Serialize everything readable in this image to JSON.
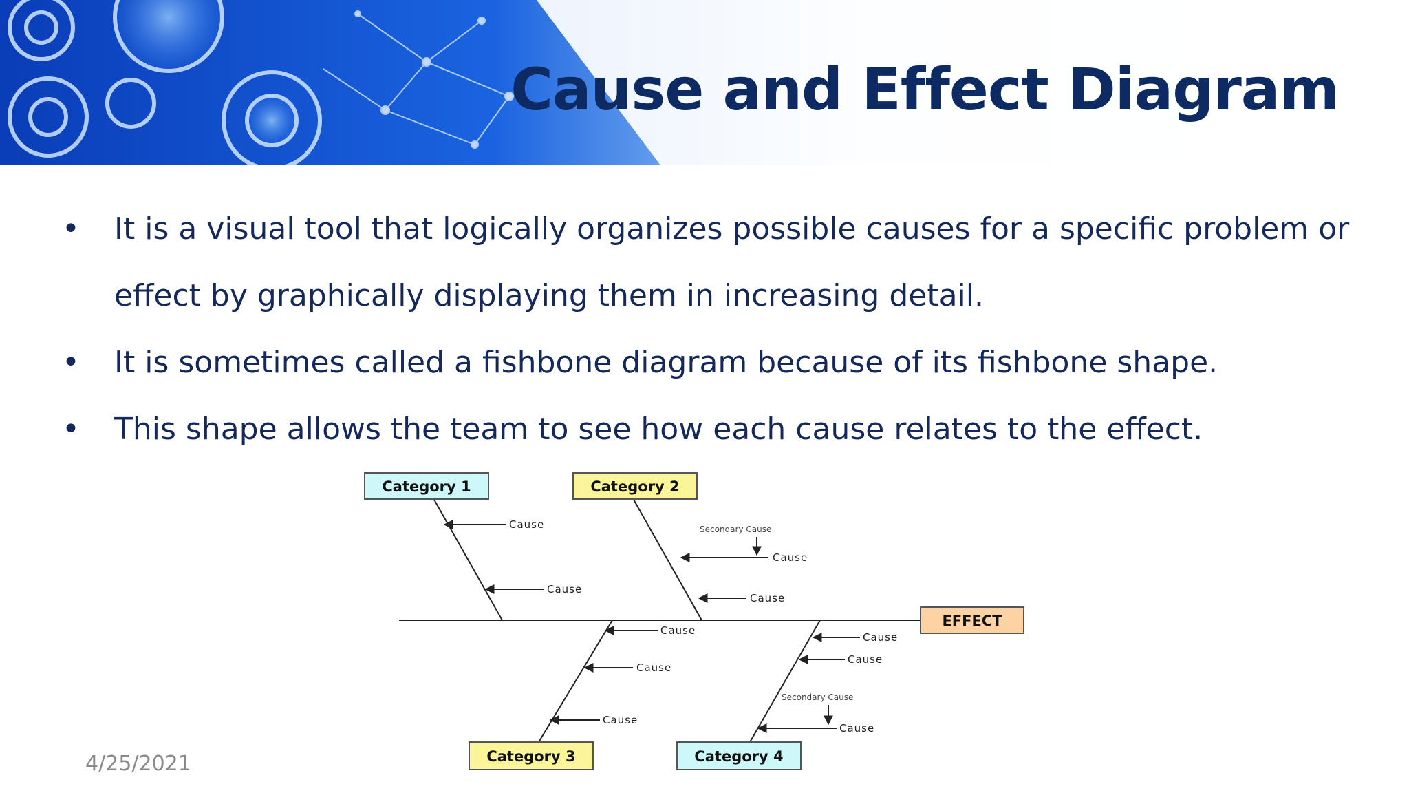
{
  "slide": {
    "title": "Cause and Effect Diagram",
    "date": "4/25/2021",
    "bullet_glyph": "•",
    "bullets": [
      "It is a visual tool that logically organizes possible causes for a specific problem or effect by graphically displaying them in increasing detail.",
      "It is sometimes called a fishbone diagram because of its fishbone shape.",
      "This shape allows the team to see how each cause relates to the effect."
    ]
  },
  "diagram": {
    "effect": "EFFECT",
    "cause_label": "Cause",
    "secondary_cause_label": "Secondary Cause",
    "categories": [
      "Category 1",
      "Category 2",
      "Category 3",
      "Category 4"
    ],
    "colors": {
      "category_cyan": "#cdf7f8",
      "category_yellow": "#fbf59a",
      "effect_fill": "#fdd3a3",
      "line": "#222222"
    }
  },
  "theme": {
    "title_color": "#0e2a63",
    "text_color": "#14285a",
    "banner_blue": "#1456d8"
  }
}
